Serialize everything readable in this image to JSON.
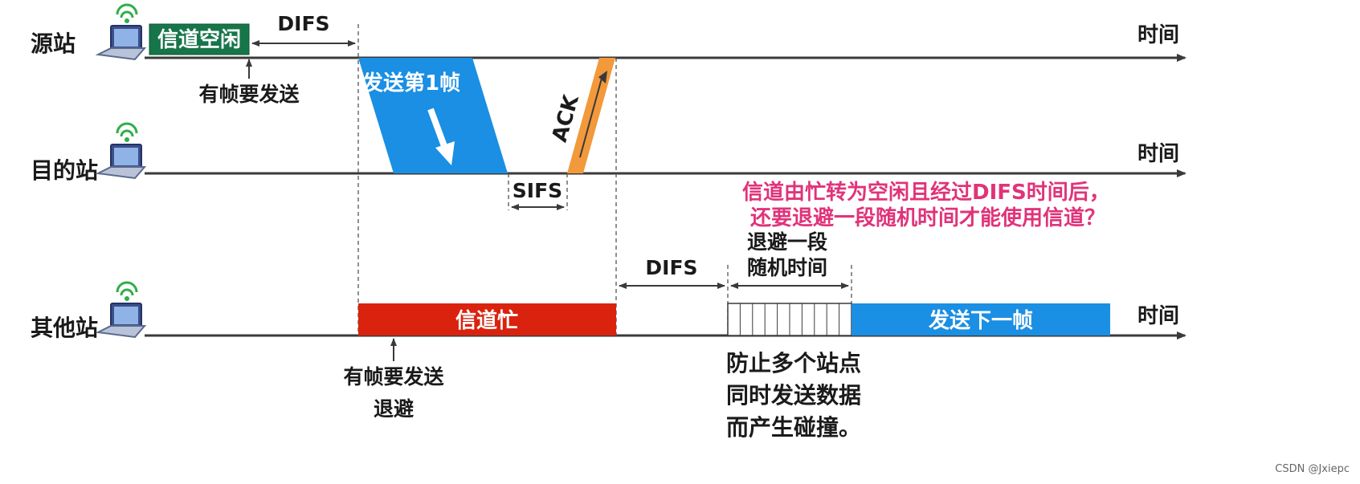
{
  "stations": {
    "source": "源站",
    "destination": "目的站",
    "other": "其他站"
  },
  "time_label": "时间",
  "source_row": {
    "channel_idle": "信道空闲",
    "difs": "DIFS",
    "has_frame": "有帧要发送"
  },
  "frames": {
    "send_first": "发送第1帧",
    "ack": "ACK",
    "sifs": "SIFS"
  },
  "question": {
    "line1": "信道由忙转为空闲且经过DIFS时间后，",
    "line2": "还要退避一段随机时间才能使用信道？"
  },
  "other_row": {
    "channel_busy": "信道忙",
    "difs": "DIFS",
    "backoff_line1": "退避一段",
    "backoff_line2": "随机时间",
    "send_next": "发送下一帧",
    "has_frame": "有帧要发送",
    "backoff": "退避",
    "note_line1": "防止多个站点",
    "note_line2": "同时发送数据",
    "note_line3": "而产生碰撞。"
  },
  "watermark": "CSDN @Jxiepc",
  "colors": {
    "idle_green": "#17754a",
    "frame_blue": "#1a8fe3",
    "ack_orange": "#f2993b",
    "busy_red": "#d9230f",
    "next_blue": "#1a8fe3",
    "question_pink": "#e0337a"
  }
}
